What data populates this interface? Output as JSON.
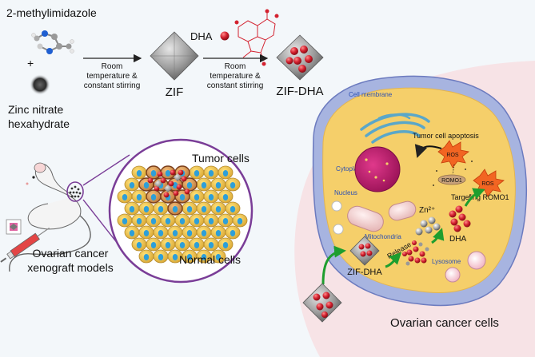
{
  "synthesis": {
    "precursor_ligand": "2-methylimidazole",
    "plus_sign": "+",
    "precursor_metal_line1": "Zinc nitrate",
    "precursor_metal_line2": "hexahydrate",
    "step1_line1": "Room",
    "step1_line2": "temperature &",
    "step1_line3": "constant stirring",
    "intermediate": "ZIF",
    "drug": "DHA",
    "step2_line1": "Room",
    "step2_line2": "temperature &",
    "step2_line3": "constant stirring",
    "product": "ZIF-DHA"
  },
  "model": {
    "tumor_label": "Tumor cells",
    "normal_label": "Normal cells",
    "caption_line1": "Ovarian cancer",
    "caption_line2": "xenograft models"
  },
  "cell": {
    "membrane_label": "Cell membrane",
    "cytoplasm_label": "Cytoplasm",
    "nucleus_label": "Nucleus",
    "mitochondria_label": "Mitochondria",
    "lysosome_label": "Lysosome",
    "apoptosis_label": "Tumor cell apoptosis",
    "ros_label_1": "ROS",
    "ros_label_2": "ROS",
    "romo1_label": "ROMO1",
    "targeting_label": "Targeting ROMO1",
    "zn_label": "Zn²⁺",
    "dha_label": "DHA",
    "release_label": "Release",
    "carrier_label": "ZIF-DHA",
    "caption": "Ovarian cancer cells"
  },
  "colors": {
    "background": "#f3f7fa",
    "panel_pink": "#f7e3e6",
    "cytoplasm": "#f5cf6a",
    "membrane_blue": "#9aa7d8",
    "nucleus_magenta": "#c21e6e",
    "dha_red": "#d3212f",
    "arrow_green": "#1e9e2e",
    "ros_orange": "#f26522",
    "purple_ring": "#7a3d97"
  }
}
